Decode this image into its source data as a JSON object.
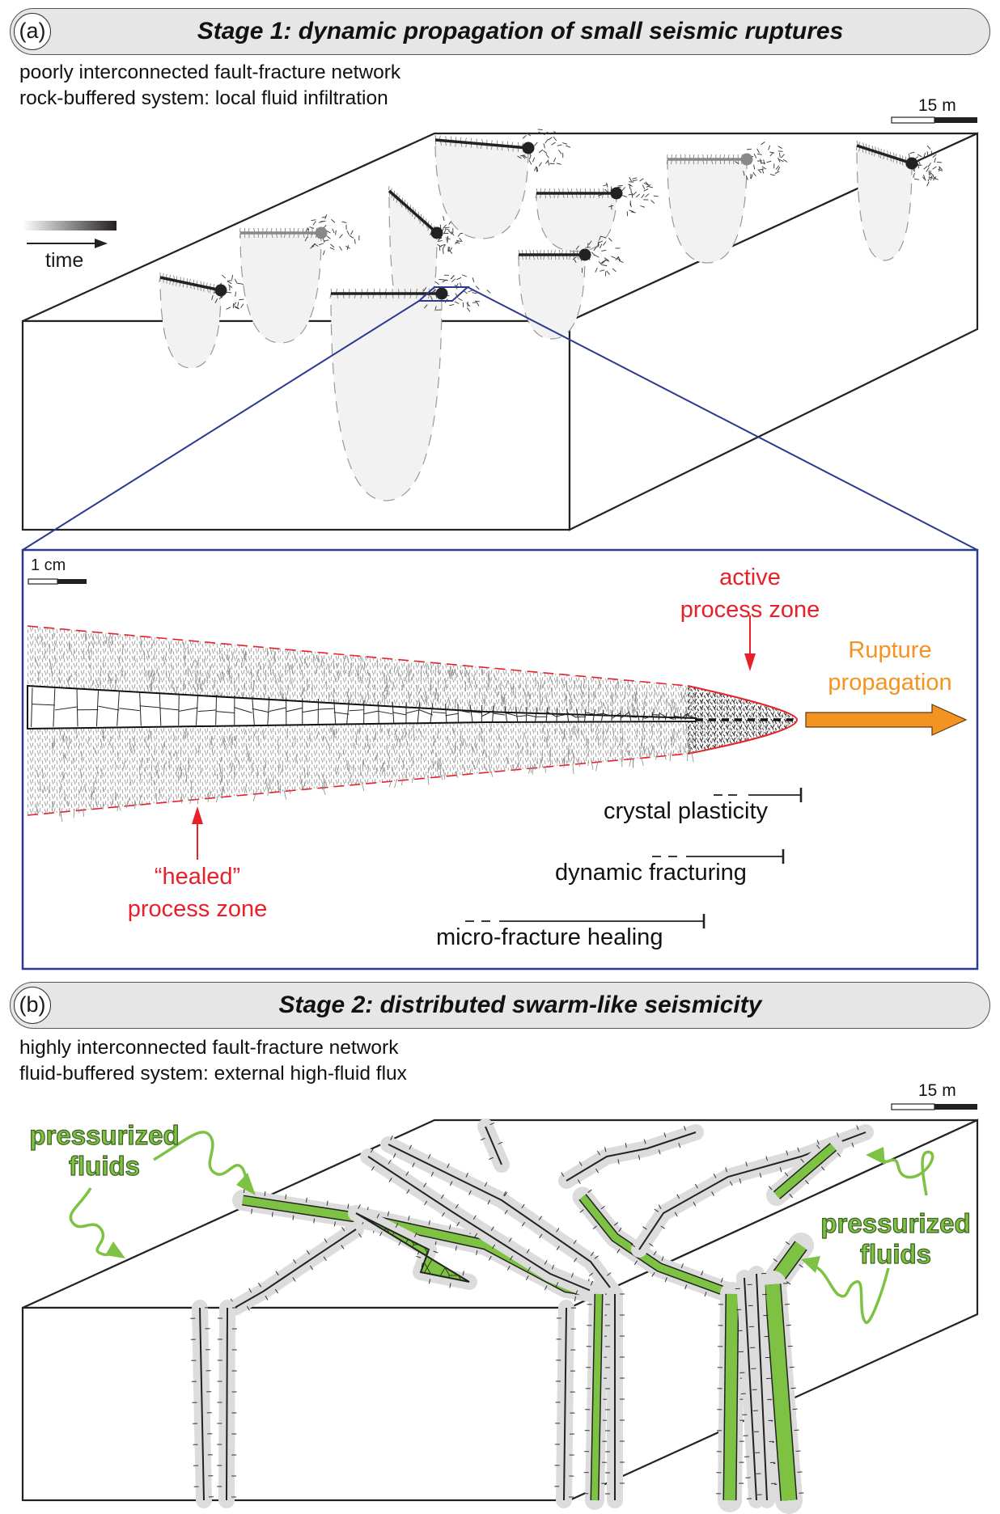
{
  "panel_a": {
    "label": "(a)",
    "title": "Stage 1: dynamic propagation of small seismic ruptures",
    "subtext_lines": [
      "poorly interconnected fault-fracture network",
      "rock-buffered system: local fluid infiltration"
    ],
    "scale_bar": "15 m",
    "time_legend": "time",
    "inset": {
      "scale_bar": "1 cm",
      "active_zone_label": [
        "active",
        "process zone"
      ],
      "healed_zone_label": [
        "“healed”",
        "process zone"
      ],
      "propagation_label": [
        "Rupture",
        "propagation"
      ],
      "mechanisms": [
        "crystal plasticity",
        "dynamic fracturing",
        "micro-fracture healing"
      ]
    }
  },
  "panel_b": {
    "label": "(b)",
    "title": "Stage 2: distributed swarm-like seismicity",
    "subtext_lines": [
      "highly interconnected fault-fracture network",
      "fluid-buffered system: external high-fluid flux"
    ],
    "scale_bar": "15 m",
    "fluid_label_left": [
      "pressurized",
      "fluids"
    ],
    "fluid_label_right": [
      "pressurized",
      "fluids"
    ]
  },
  "colors": {
    "inset_frame": "#2b3990",
    "red_annotation": "#e8202a",
    "orange_arrow": "#f39321",
    "fluid_green": "#7dc242",
    "banner_fill": "#e6e6e7"
  }
}
